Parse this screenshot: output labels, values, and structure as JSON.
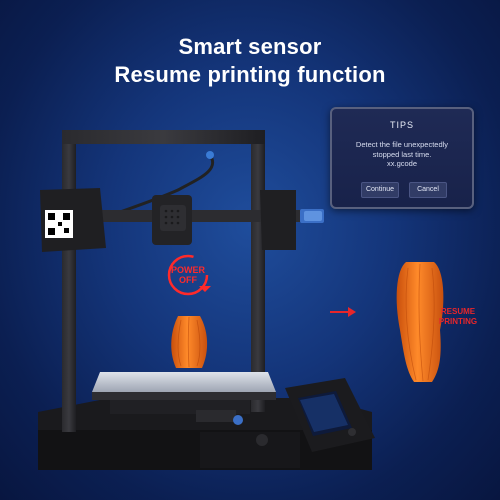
{
  "headline": {
    "line1": "Smart sensor",
    "line2": "Resume printing function"
  },
  "tips_dialog": {
    "title": "TIPS",
    "message_line1": "Detect the file unexpectedly",
    "message_line2": "stopped last time.",
    "message_line3": "xx.gcode",
    "continue_label": "Continue",
    "cancel_label": "Cancel"
  },
  "power_off": {
    "line1": "POWER",
    "line2": "OFF"
  },
  "resume": {
    "line1": "RESUME",
    "line2": "PRINTING"
  },
  "colors": {
    "background": "#14357a",
    "filament_orange": "#f0701c",
    "accent_red": "#e8262a",
    "frame_black": "#1c1c1e"
  }
}
